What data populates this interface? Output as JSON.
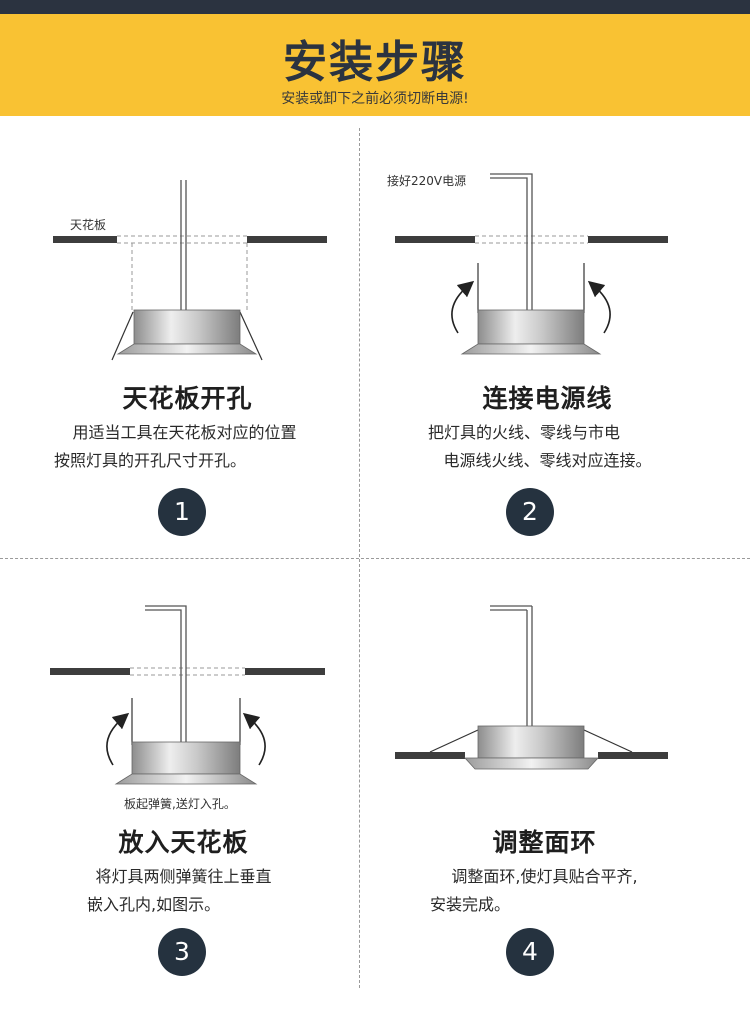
{
  "header": {
    "title": "安装步骤",
    "subtitle": "安装或卸下之前必须切断电源!"
  },
  "steps": [
    {
      "number": "1",
      "title": "天花板开孔",
      "desc_line1": "用适当工具在天花板对应的位置",
      "desc_line2": "按照灯具的开孔尺寸开孔。",
      "label": "天花板"
    },
    {
      "number": "2",
      "title": "连接电源线",
      "desc_line1": "把灯具的火线、零线与市电",
      "desc_line2": "电源线火线、零线对应连接。",
      "label": "接好220V电源"
    },
    {
      "number": "3",
      "title": "放入天花板",
      "desc_line1": "将灯具两侧弹簧往上垂直",
      "desc_line2": "嵌入孔内,如图示。",
      "label": "板起弹簧,送灯入孔。"
    },
    {
      "number": "4",
      "title": "调整面环",
      "desc_line1": "调整面环,使灯具贴合平齐,",
      "desc_line2": "安装完成。"
    }
  ],
  "colors": {
    "banner": "#f9c233",
    "dark": "#2b3340",
    "badge": "#25323f"
  }
}
